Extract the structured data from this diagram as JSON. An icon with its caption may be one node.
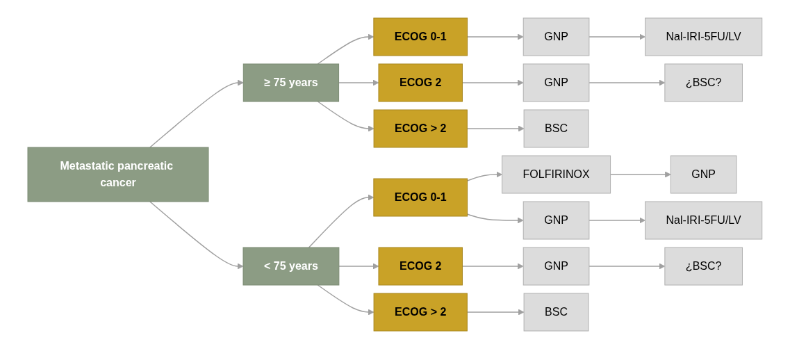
{
  "diagram": {
    "nodes": [
      {
        "text": [
          "Metastatic pancreatic cancer"
        ]
      },
      {
        "text": [
          "≥ 75 years"
        ]
      },
      {
        "text": [
          "< 75 years"
        ]
      },
      {
        "text": [
          "ECOG 0-1"
        ]
      },
      {
        "text": [
          "ECOG 2"
        ]
      },
      {
        "text": [
          "ECOG > 2"
        ]
      },
      {
        "text": [
          "GNP"
        ]
      },
      {
        "text": [
          "GNP"
        ]
      },
      {
        "text": [
          "BSC"
        ]
      },
      {
        "text": [
          "Nal-IRI-5FU/LV"
        ]
      },
      {
        "text": [
          "¿BSC?"
        ]
      },
      {
        "text": [
          "ECOG 0-1"
        ]
      },
      {
        "text": [
          "ECOG 2"
        ]
      },
      {
        "text": [
          "ECOG > 2"
        ]
      },
      {
        "text": [
          "FOLFIRINOX"
        ]
      },
      {
        "text": [
          "GNP"
        ]
      },
      {
        "text": [
          "GNP"
        ]
      },
      {
        "text": [
          "Nal-IRI-5FU/LV"
        ]
      },
      {
        "text": [
          "GNP"
        ]
      },
      {
        "text": [
          "¿BSC?"
        ]
      },
      {
        "text": [
          "BSC"
        ]
      }
    ],
    "edges": [
      {
        "from": 0,
        "to": 1,
        "arrow": "to"
      },
      {
        "from": 0,
        "to": 2,
        "arrow": "to"
      },
      {
        "from": 1,
        "to": 3,
        "arrow": "to"
      },
      {
        "from": 1,
        "to": 4,
        "arrow": "to"
      },
      {
        "from": 1,
        "to": 5,
        "arrow": "to"
      },
      {
        "from": 3,
        "to": 6,
        "arrow": "to"
      },
      {
        "from": 4,
        "to": 7,
        "arrow": "to"
      },
      {
        "from": 5,
        "to": 8,
        "arrow": "to"
      },
      {
        "from": 6,
        "to": 9,
        "arrow": "to"
      },
      {
        "from": 7,
        "to": 10,
        "arrow": "to"
      },
      {
        "from": 2,
        "to": 11,
        "arrow": "to"
      },
      {
        "from": 2,
        "to": 12,
        "arrow": "to"
      },
      {
        "from": 2,
        "to": 13,
        "arrow": "to"
      },
      {
        "from": 11,
        "to": 14,
        "arrow": "to"
      },
      {
        "from": 11,
        "to": 15,
        "arrow": "to"
      },
      {
        "from": 14,
        "to": 16,
        "arrow": "to"
      },
      {
        "from": 15,
        "to": 17,
        "arrow": "to"
      },
      {
        "from": 12,
        "to": 18,
        "arrow": "to"
      },
      {
        "from": 18,
        "to": 19,
        "arrow": "to"
      },
      {
        "from": 13,
        "to": 20,
        "arrow": "to"
      }
    ]
  }
}
